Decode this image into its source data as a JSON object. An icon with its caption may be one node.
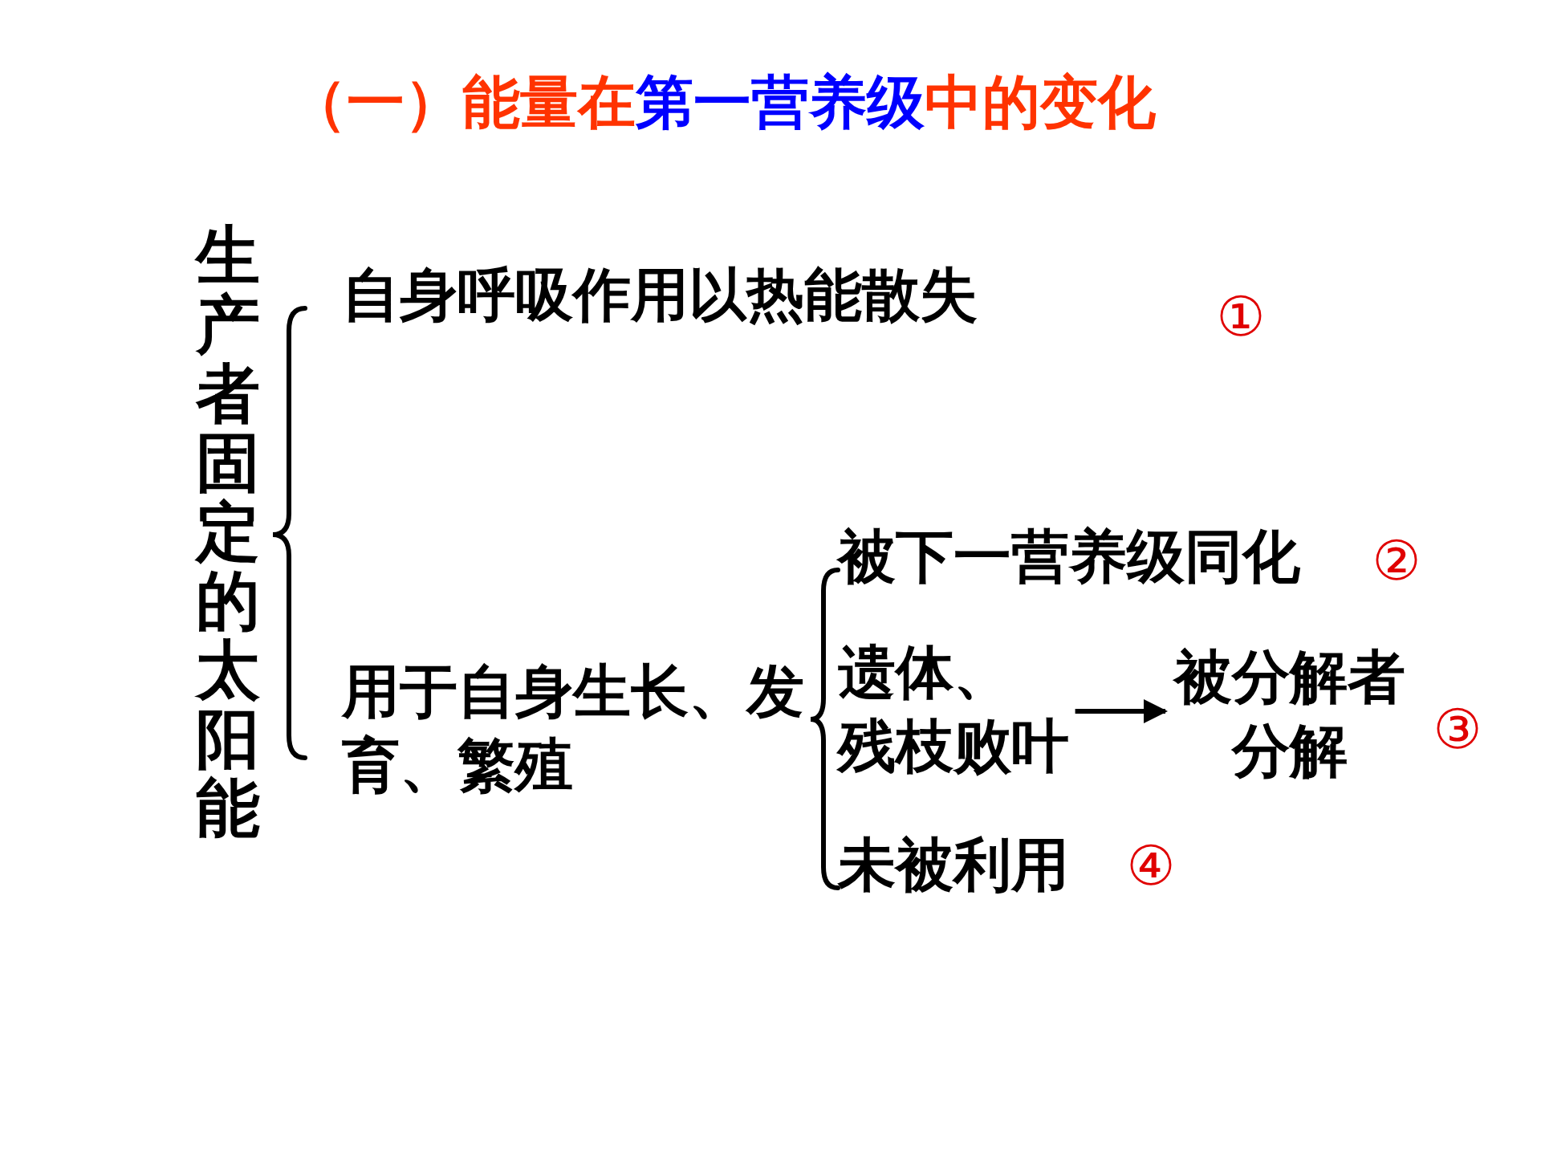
{
  "diagram": {
    "title": "（一）能量在**第一营养级**中的变化",
    "nodes": [
      {
        "text": [
          "生产者固定的太阳能"
        ]
      },
      {
        "text": [
          "自身呼吸作用以热能散失"
        ]
      },
      {
        "text": [
          "用于自身生长、发育、繁殖"
        ]
      },
      {
        "text": [
          "被下一营养级同化"
        ],
        "beside": [
          "②"
        ]
      },
      {
        "text": [
          "遗体、残枝败叶"
        ]
      },
      {
        "text": [
          "被分解者分解"
        ],
        "beside": [
          "③"
        ]
      },
      {
        "text": [
          "未被利用"
        ],
        "beside": [
          "④"
        ]
      }
    ],
    "edges": [
      {
        "from": 4,
        "to": 5,
        "arrow": "to"
      }
    ],
    "labels": [
      "①"
    ]
  }
}
